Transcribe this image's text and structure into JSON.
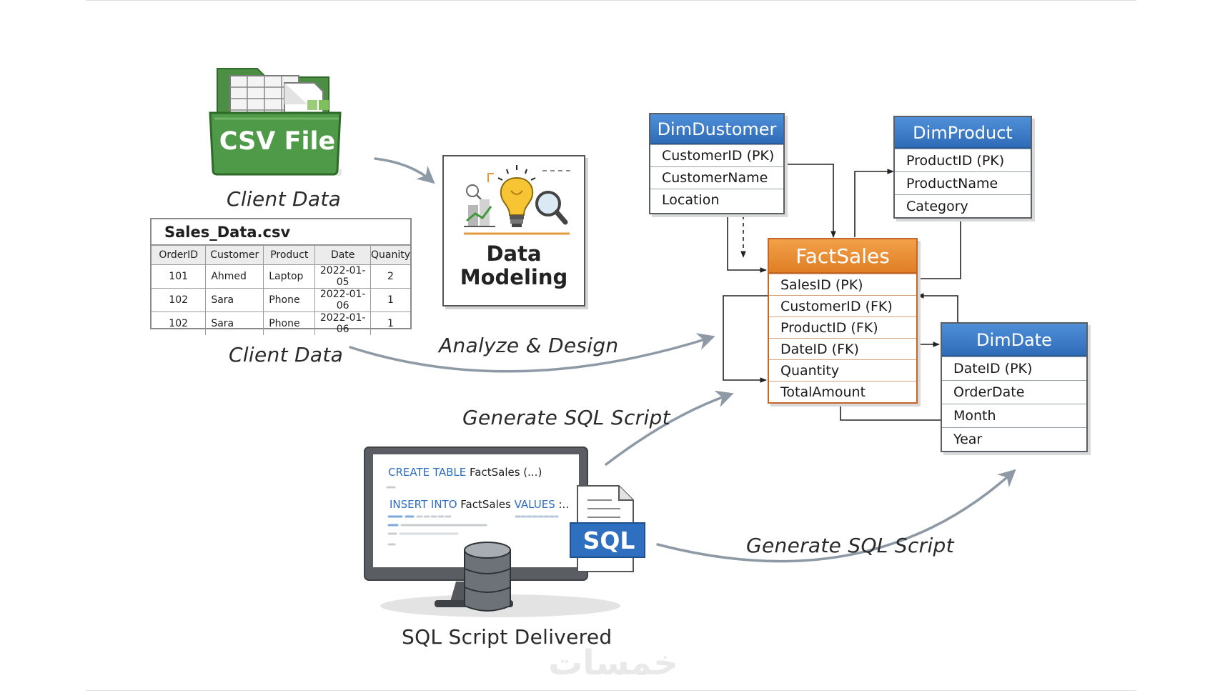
{
  "csv_icon": {
    "label": "CSV File",
    "caption": "Client Data"
  },
  "sales_table": {
    "title": "Sales_Data.csv",
    "headers": [
      "OrderID",
      "Customer",
      "Product",
      "Date",
      "Quanity"
    ],
    "rows": [
      [
        "101",
        "Ahmed",
        "Laptop",
        "2022-01-05",
        "2"
      ],
      [
        "102",
        "Sara",
        "Phone",
        "2022-01-06",
        "1"
      ],
      [
        "102",
        "Sara",
        "Phone",
        "2022-01-06",
        "1"
      ]
    ],
    "caption": "Client Data"
  },
  "data_modeling": {
    "line1": "Data",
    "line2": "Modeling"
  },
  "flow_labels": {
    "analyze": "Analyze & Design",
    "generate_1": "Generate SQL Script",
    "generate_2": "Generate SQL Script",
    "delivered": "SQL Script Delivered"
  },
  "entities": {
    "dim_customer": {
      "title": "DimDustomer",
      "fields": [
        "CustomerID (PK)",
        "CustomerName",
        "Location"
      ]
    },
    "dim_product": {
      "title": "DimProduct",
      "fields": [
        "ProductID (PK)",
        "ProductName",
        "Category"
      ]
    },
    "fact_sales": {
      "title": "FactSales",
      "fields": [
        "SalesID (PK)",
        "CustomerID (FK)",
        "ProductID (FK)",
        "DateID (FK)",
        "Quantity",
        "TotalAmount"
      ]
    },
    "dim_date": {
      "title": "DimDate",
      "fields": [
        "DateID (PK)",
        "OrderDate",
        "Month",
        "Year"
      ]
    }
  },
  "monitor": {
    "line1_kw": "CREATE TABLE",
    "line1_rest": " FactSales  (...)",
    "line2_kw1": "INSERT INTO",
    "line2_mid": " FactSales ",
    "line2_kw2": "VALUES",
    "line2_end": " :..",
    "sql_badge": "SQL"
  },
  "watermark": "خمسات",
  "colors": {
    "blue": "#3a7cc7",
    "orange": "#e48a2d",
    "green": "#4f9a48",
    "arrow": "#8e99a6"
  }
}
